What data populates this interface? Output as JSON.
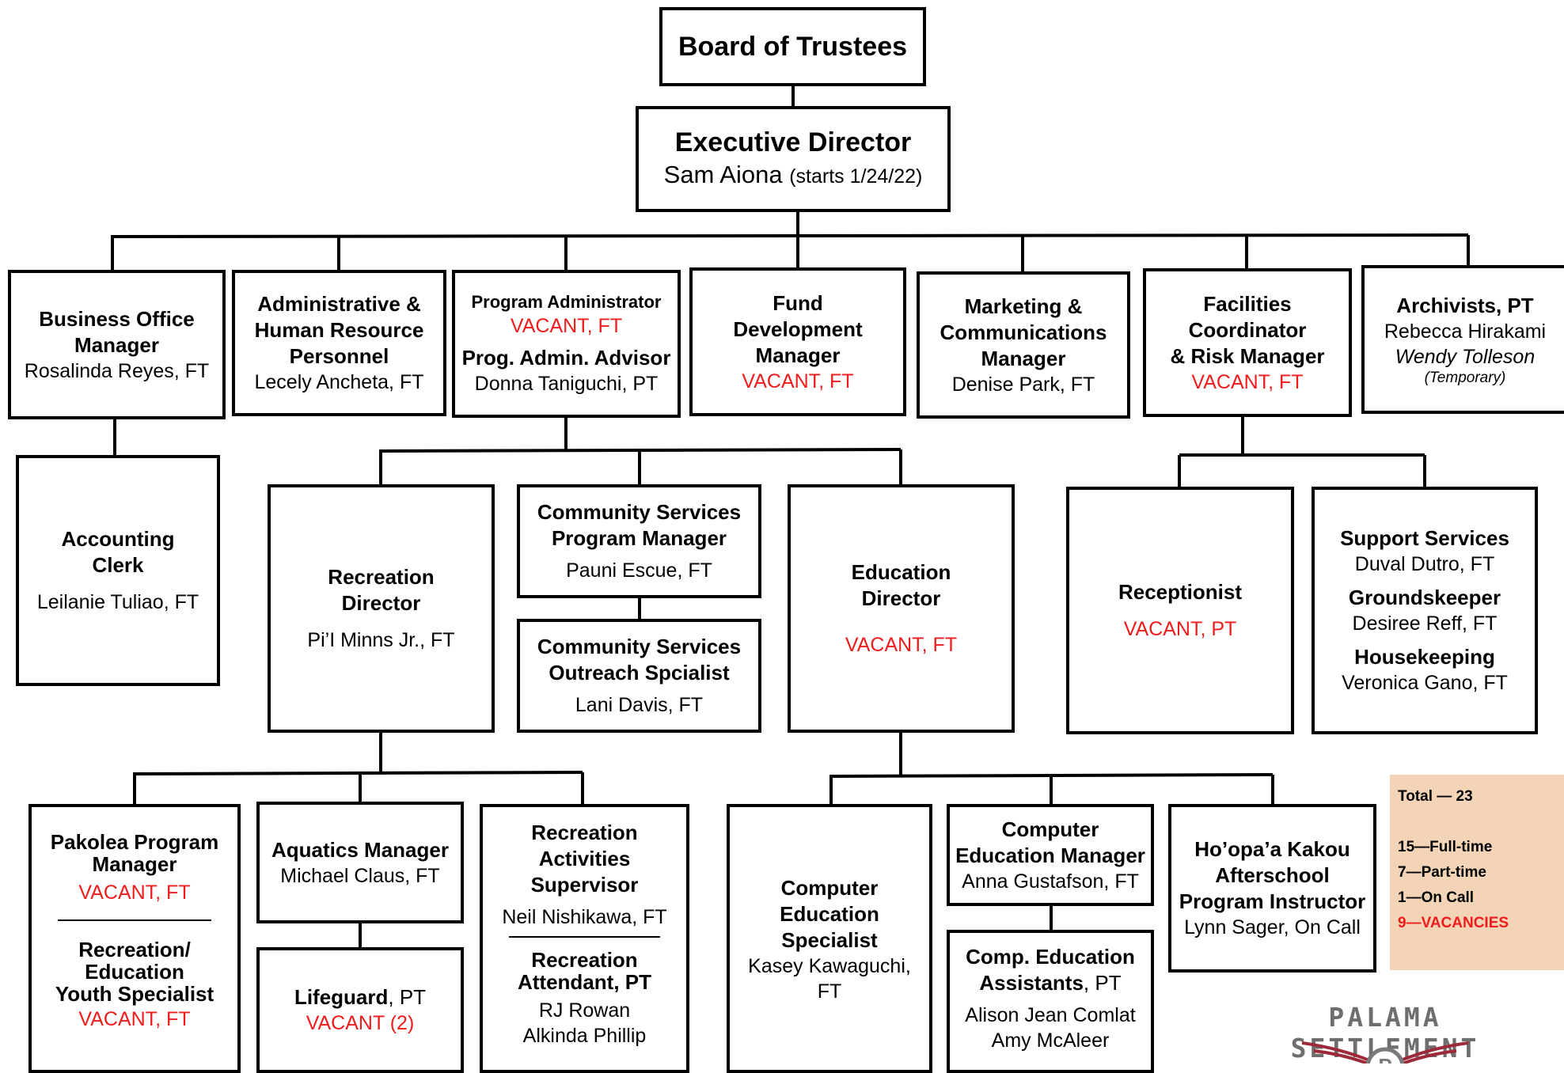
{
  "board": {
    "title": "Board of Trustees"
  },
  "exec": {
    "title": "Executive Director",
    "name": "Sam Aiona",
    "note": "(starts 1/24/22)"
  },
  "business": {
    "title1": "Business Office",
    "title2": "Manager",
    "name": "Rosalinda Reyes, FT"
  },
  "admin_hr": {
    "title1": "Administrative &",
    "title2": "Human Resource",
    "title3": "Personnel",
    "name": "Lecely Ancheta, FT"
  },
  "program_admin": {
    "title": "Program  Administrator",
    "status": "VACANT, FT",
    "title2": "Prog. Admin. Advisor",
    "name": "Donna Taniguchi, PT"
  },
  "fund": {
    "title1": "Fund",
    "title2": "Development",
    "title3": "Manager",
    "status": "VACANT, FT"
  },
  "marketing": {
    "title1": "Marketing &",
    "title2": "Communications",
    "title3": "Manager",
    "name": "Denise Park, FT"
  },
  "facilities": {
    "title1": "Facilities",
    "title2": "Coordinator",
    "title3": "& Risk Manager",
    "status": "VACANT, FT"
  },
  "archivists": {
    "title": "Archivists, PT",
    "name1": "Rebecca Hirakami",
    "name2": "Wendy Tolleson",
    "note": "(Temporary)"
  },
  "accounting": {
    "title1": "Accounting",
    "title2": "Clerk",
    "name": "Leilanie Tuliao, FT"
  },
  "recreation_dir": {
    "title1": "Recreation",
    "title2": "Director",
    "name": "Pi’I Minns Jr., FT"
  },
  "cs_manager": {
    "title1": "Community Services",
    "title2": "Program Manager",
    "name": "Pauni Escue, FT"
  },
  "cs_outreach": {
    "title1": "Community Services",
    "title2": "Outreach Spcialist",
    "name": "Lani Davis, FT"
  },
  "education_dir": {
    "title1": "Education",
    "title2": "Director",
    "status": "VACANT, FT"
  },
  "receptionist": {
    "title": "Receptionist",
    "status": "VACANT, PT"
  },
  "support": {
    "title1": "Support Services",
    "name1": "Duval Dutro, FT",
    "title2": "Groundskeeper",
    "name2": "Desiree Reff, FT",
    "title3": "Housekeeping",
    "name3": "Veronica Gano,  FT"
  },
  "pakolea": {
    "title1": "Pakolea Program",
    "title2": "Manager",
    "status1": "VACANT, FT",
    "title3": "Recreation/",
    "title4": "Education",
    "title5": "Youth Specialist",
    "status2": "VACANT, FT"
  },
  "aquatics": {
    "title": "Aquatics Manager",
    "name": "Michael Claus, FT"
  },
  "lifeguard": {
    "title": "Lifeguard",
    "suffix": ", PT",
    "status": "VACANT (2)"
  },
  "rec_activities": {
    "title1": "Recreation",
    "title2": "Activities",
    "title3": "Supervisor",
    "name": "Neil Nishikawa, FT",
    "title4": "Recreation",
    "title5": "Attendant, PT",
    "name2": "RJ Rowan",
    "name3": "Alkinda Phillip"
  },
  "comp_specialist": {
    "title1": "Computer",
    "title2": "Education",
    "title3": "Specialist",
    "name1": "Kasey Kawaguchi,",
    "name2": "FT"
  },
  "comp_manager": {
    "title1": "Computer",
    "title2": "Education Manager",
    "name": "Anna Gustafson, FT"
  },
  "comp_assistants": {
    "title1": "Comp. Education",
    "title2": "Assistants",
    "suffix": ", PT",
    "name1": "Alison Jean Comlat",
    "name2": "Amy McAleer"
  },
  "hoopa": {
    "title1": "Ho’opa’a Kakou",
    "title2": "Afterschool",
    "title3": "Program Instructor",
    "name": "Lynn Sager, On Call"
  },
  "totals": {
    "total": "Total — 23",
    "ft": "15—Full-time",
    "pt": "7—Part-time",
    "oncall": "1—On Call",
    "vacancies": "9—VACANCIES"
  },
  "logo": {
    "text": "PALAMA SETTLEMENT",
    "initial": "P"
  },
  "colors": {
    "vacant": "#ee1c1c",
    "totals_bg": "#f4d4b6",
    "line": "#000000"
  }
}
